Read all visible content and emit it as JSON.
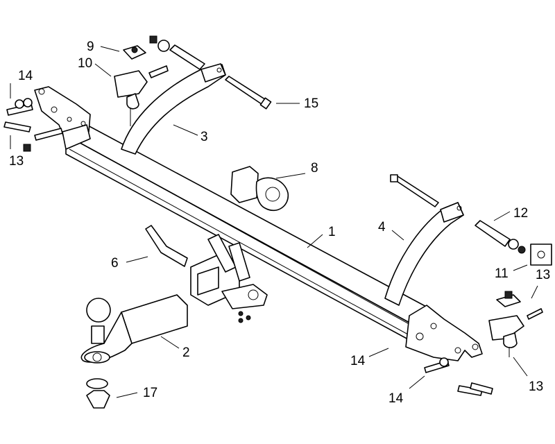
{
  "callouts": [
    {
      "id": "c1",
      "text": "1"
    },
    {
      "id": "c2",
      "text": "2"
    },
    {
      "id": "c3",
      "text": "3"
    },
    {
      "id": "c4",
      "text": "4"
    },
    {
      "id": "c6",
      "text": "6"
    },
    {
      "id": "c8",
      "text": "8"
    },
    {
      "id": "c9",
      "text": "9"
    },
    {
      "id": "c10",
      "text": "10"
    },
    {
      "id": "c11",
      "text": "11"
    },
    {
      "id": "c12",
      "text": "12"
    },
    {
      "id": "c13a",
      "text": "13"
    },
    {
      "id": "c13b",
      "text": "13"
    },
    {
      "id": "c13c",
      "text": "13"
    },
    {
      "id": "c14a",
      "text": "14"
    },
    {
      "id": "c14b",
      "text": "14"
    },
    {
      "id": "c14c",
      "text": "14"
    },
    {
      "id": "c15",
      "text": "15"
    },
    {
      "id": "c17",
      "text": "17"
    }
  ]
}
